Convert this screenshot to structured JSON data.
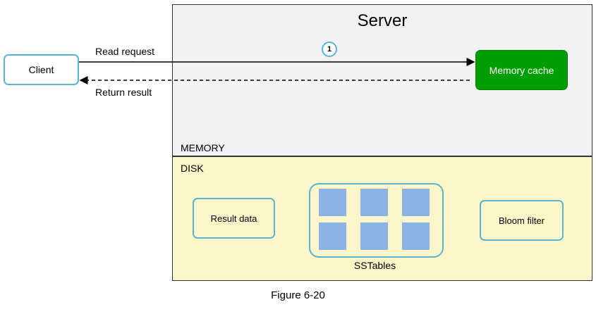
{
  "server": {
    "title": "Server"
  },
  "regions": {
    "memory": "MEMORY",
    "disk": "DISK"
  },
  "nodes": {
    "client": "Client",
    "memory_cache": "Memory cache",
    "result_data": "Result data",
    "sstables": "SSTables",
    "bloom_filter": "Bloom filter"
  },
  "edges": {
    "read_request": "Read request",
    "return_result": "Return result",
    "step_badge": "1"
  },
  "caption": "Figure 6-20",
  "colors": {
    "accent_border": "#5ab3d3",
    "cache_fill": "#009e00",
    "sstable_block": "#8cb2e6",
    "memory_bg": "#f2f2f2",
    "disk_bg": "#fcf6c9"
  }
}
